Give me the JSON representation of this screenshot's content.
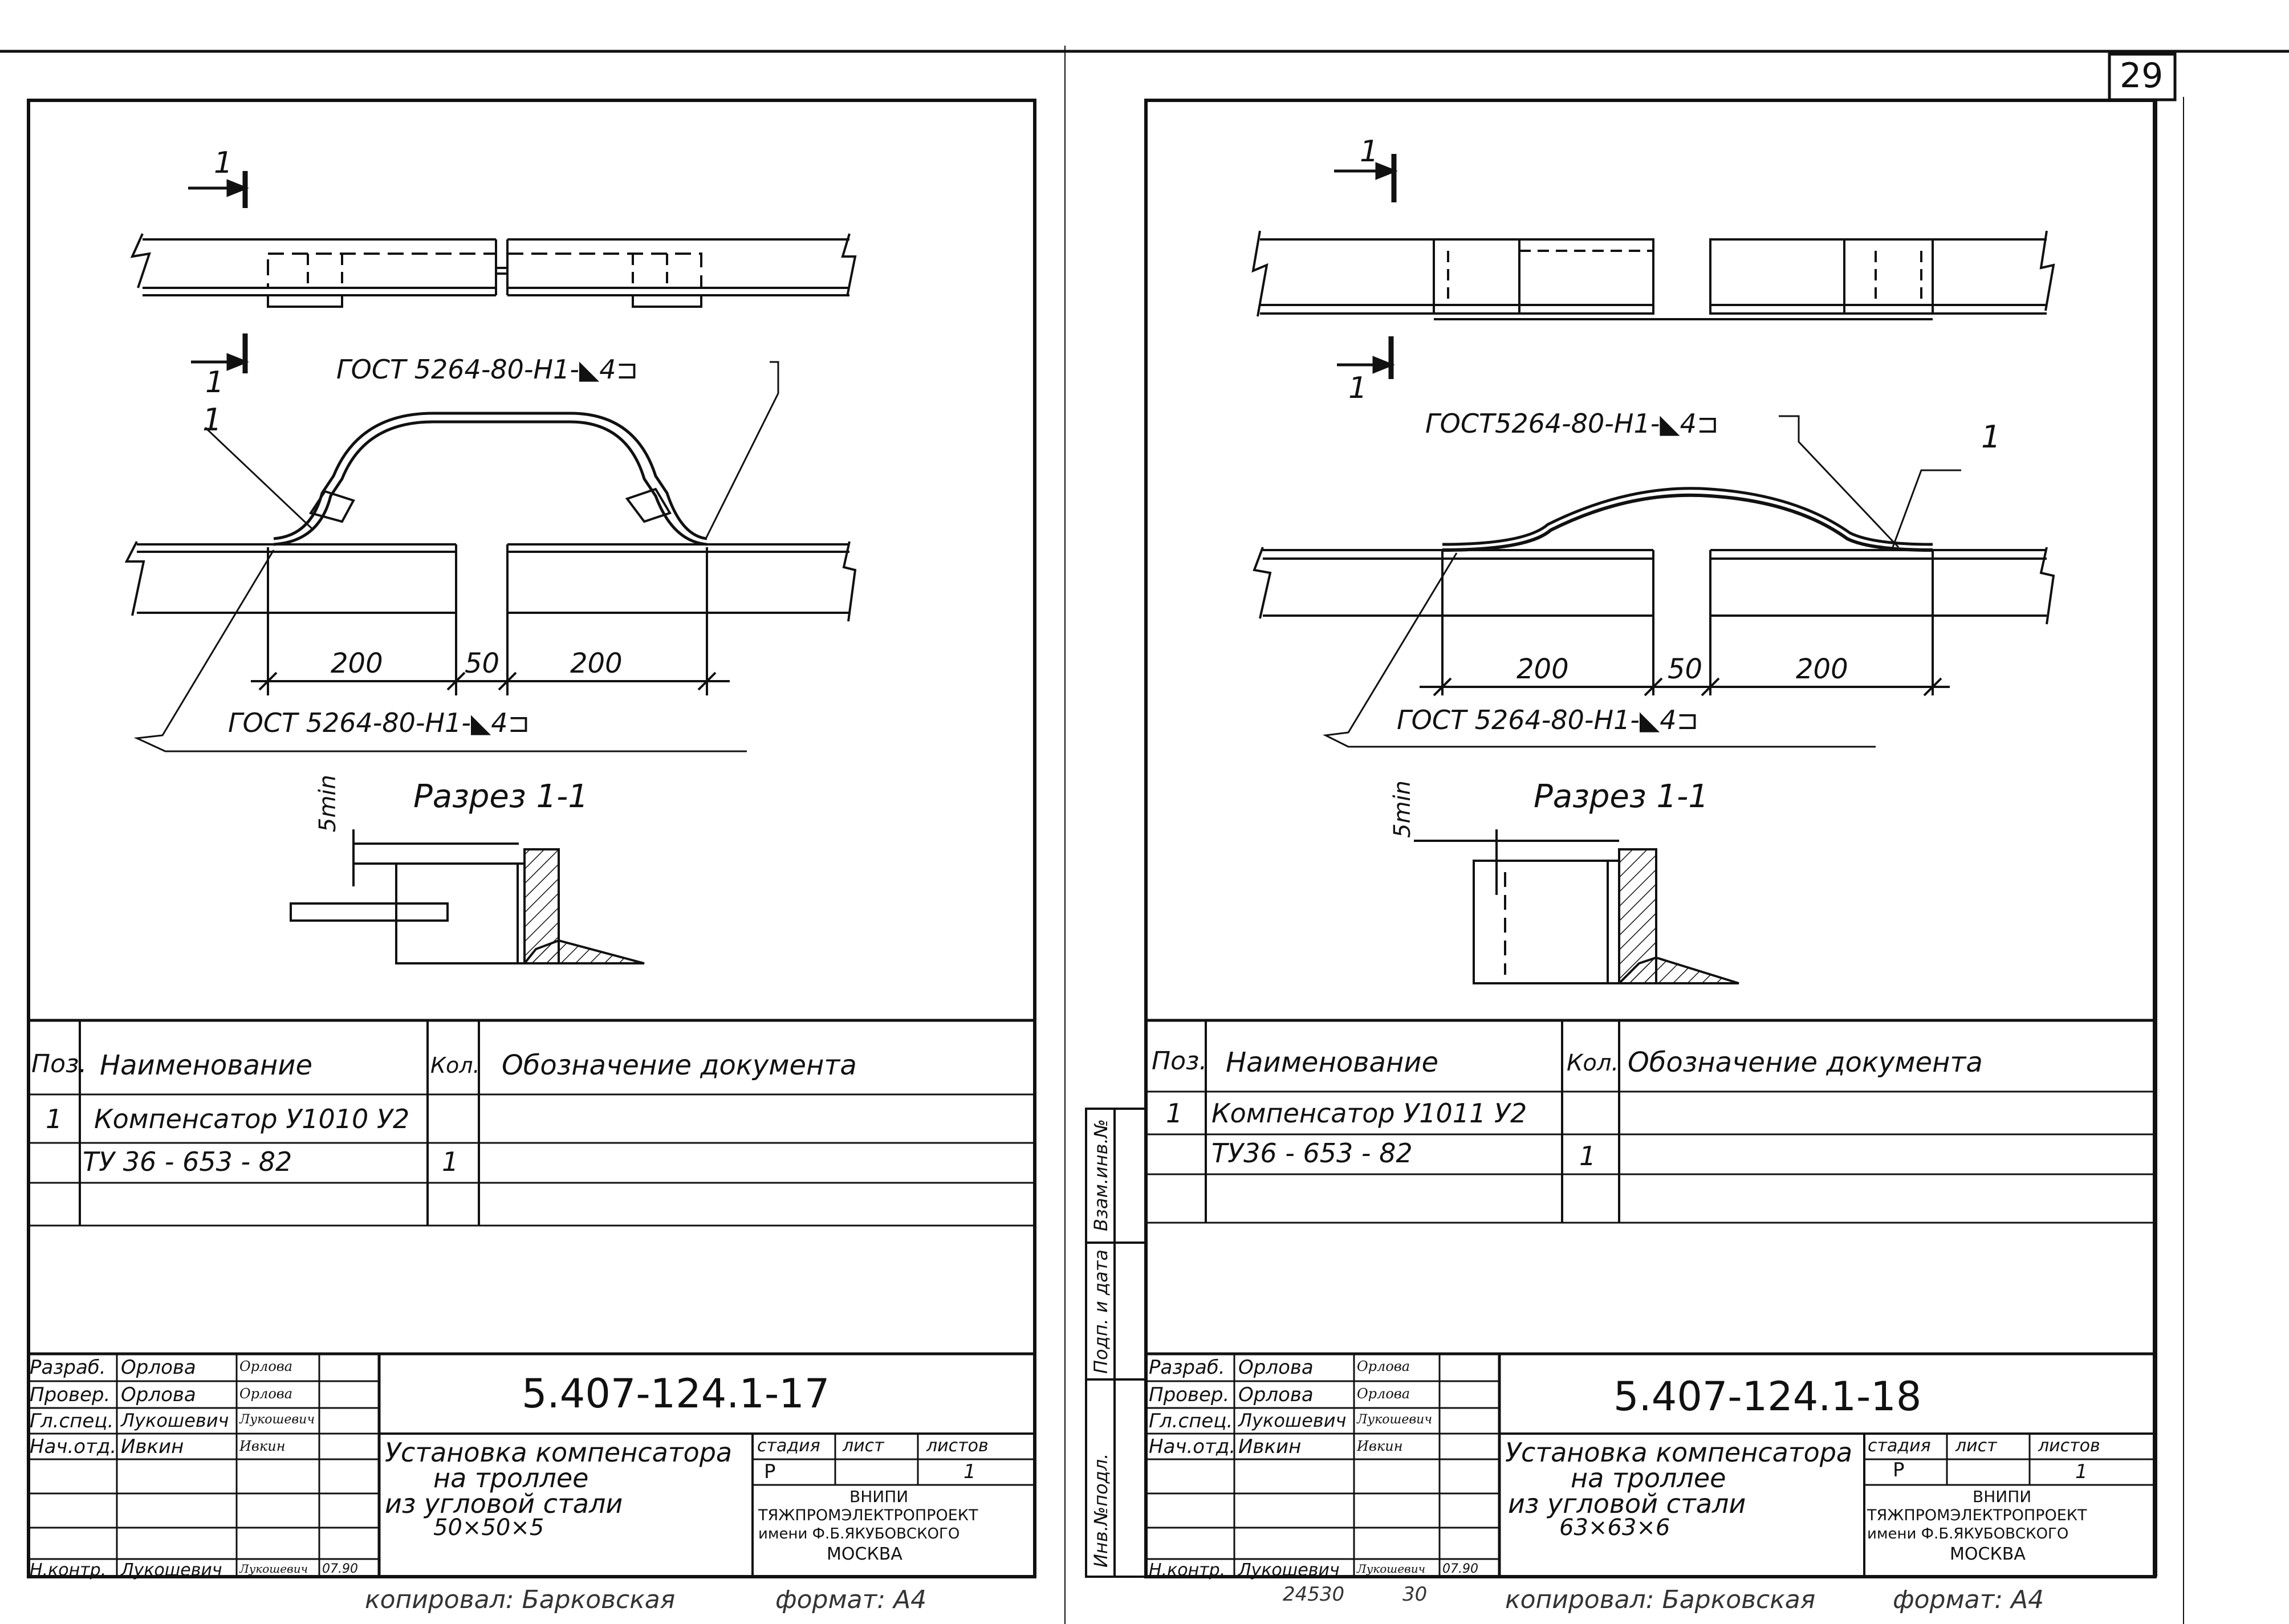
{
  "page_number": "29",
  "left": {
    "section_top": "1",
    "section_bottom": "1",
    "weld_upper": "ГОСТ 5264-80-Н1-◣4⊐",
    "weld_lower": "ГОСТ 5264-80-Н1-◣4⊐",
    "pos_marker": "1",
    "dim_left": "200",
    "dim_gap": "50",
    "dim_right": "200",
    "section_title": "Разрез 1-1",
    "min_gap": "5min",
    "spec_headers": {
      "pos": "Поз.",
      "name": "Наименование",
      "qty": "Кол.",
      "doc": "Обозначение документа"
    },
    "spec_rows": [
      {
        "pos": "1",
        "name": "Компенсатор У1010 У2",
        "qty": "",
        "doc": ""
      },
      {
        "pos": "",
        "name": "ТУ 36 - 653 - 82",
        "qty": "1",
        "doc": ""
      }
    ],
    "stamp": {
      "roles": [
        "Разраб.",
        "Провер.",
        "Гл.спец.",
        "Нач.отд.",
        "",
        "",
        "Н.контр."
      ],
      "names": [
        "Орлова",
        "Орлова",
        "Лукошевич",
        "Ивкин",
        "",
        "",
        "Лукошевич"
      ],
      "signatures": [
        "Орлова",
        "Орлова",
        "Лукошевич",
        "Ивкин",
        "",
        "",
        "Лукошевич"
      ],
      "date": "07.90",
      "code": "5.407-124.1-17",
      "title_lines": [
        "Установка компенсатора",
        "на троллее",
        "из угловой стали",
        "50×50×5"
      ],
      "stage_header": "стадия",
      "sheet_header": "лист",
      "sheets_header": "листов",
      "stage": "Р",
      "sheet": "",
      "sheets": "1",
      "org_lines": [
        "ВНИПИ",
        "ТЯЖПРОМЭЛЕКТРОПРОЕКТ",
        "имени Ф.Б.ЯКУБОВСКОГО",
        "МОСКВА"
      ]
    },
    "footer_copied": "копировал: Барковская",
    "footer_format": "формат: А4"
  },
  "right": {
    "section_top": "1",
    "section_bottom": "1",
    "weld_upper": "ГОСТ5264-80-Н1-◣4⊐",
    "weld_lower": "ГОСТ 5264-80-Н1-◣4⊐",
    "pos_marker": "1",
    "dim_left": "200",
    "dim_gap": "50",
    "dim_right": "200",
    "section_title": "Разрез 1-1",
    "min_gap": "5min",
    "spec_headers": {
      "pos": "Поз.",
      "name": "Наименование",
      "qty": "Кол.",
      "doc": "Обозначение документа"
    },
    "spec_rows": [
      {
        "pos": "1",
        "name": "Компенсатор У1011 У2",
        "qty": "",
        "doc": ""
      },
      {
        "pos": "",
        "name": "ТУ36 - 653 - 82",
        "qty": "1",
        "doc": ""
      }
    ],
    "side_labels": [
      "Взам.инв.№",
      "Подп. и дата",
      "Инв.№подл."
    ],
    "stamp": {
      "roles": [
        "Разраб.",
        "Провер.",
        "Гл.спец.",
        "Нач.отд.",
        "",
        "",
        "Н.контр."
      ],
      "names": [
        "Орлова",
        "Орлова",
        "Лукошевич",
        "Ивкин",
        "",
        "",
        "Лукошевич"
      ],
      "signatures": [
        "Орлова",
        "Орлова",
        "Лукошевич",
        "Ивкин",
        "",
        "",
        "Лукошевич"
      ],
      "date": "07.90",
      "code": "5.407-124.1-18",
      "title_lines": [
        "Установка компенсатора",
        "на троллее",
        "из угловой стали",
        "63×63×6"
      ],
      "stage_header": "стадия",
      "sheet_header": "лист",
      "sheets_header": "листов",
      "stage": "Р",
      "sheet": "",
      "sheets": "1",
      "org_lines": [
        "ВНИПИ",
        "ТЯЖПРОМЭЛЕКТРОПРОЕКТ",
        "имени Ф.Б.ЯКУБОВСКОГО",
        "МОСКВА"
      ]
    },
    "footer_number": "24530",
    "footer_page": "30",
    "footer_copied": "копировал: Барковская",
    "footer_format": "формат: А4"
  }
}
